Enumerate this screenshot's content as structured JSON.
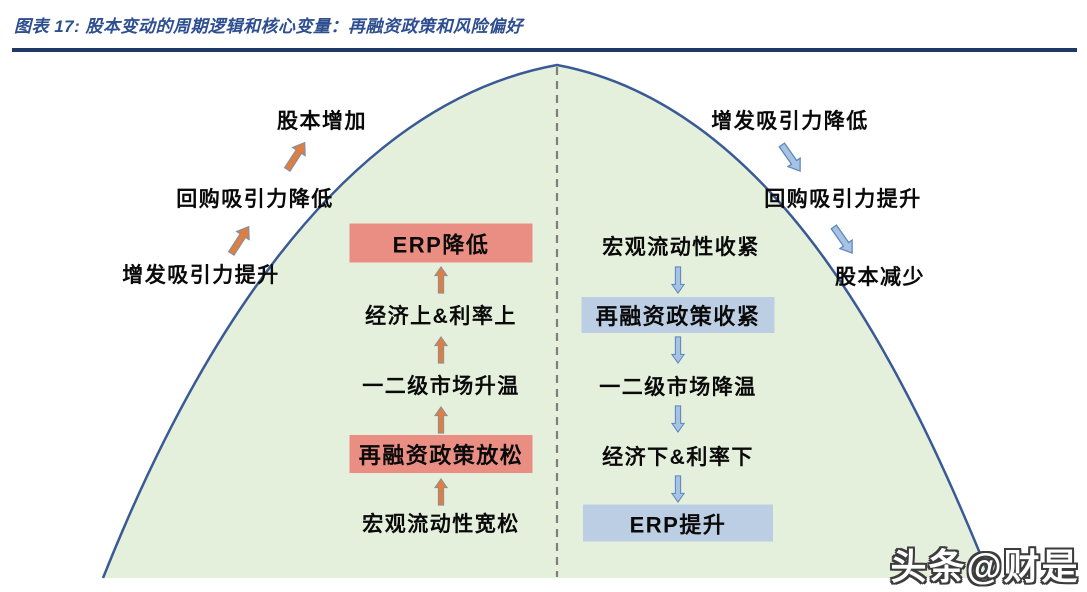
{
  "header": {
    "title": "图表 17:  股本变动的周期逻辑和核心变量：再融资政策和风险偏好"
  },
  "curve": {
    "description": "bell-curve-cycle",
    "fill_color": "#e5f0dc",
    "stroke_color": "#3a5a96",
    "midline_color": "#7f7f7f"
  },
  "colors": {
    "title_blue": "#2d4e8f",
    "divider_navy": "#1f3864",
    "highlight_red": "#ea8e84",
    "highlight_blue": "#bccee4",
    "arrow_orange": "#df7e3e",
    "arrow_light_blue": "#a6c3e3"
  },
  "icons": {
    "up_flow_arrow": "orange-block-arrow-up",
    "diag_up_arrow": "orange-block-arrow-up-right",
    "down_flow_arrow": "blue-block-arrow-down",
    "diag_down_arrow": "blue-block-arrow-down-right"
  },
  "left_outer": {
    "items": [
      {
        "label": "股本增加"
      },
      {
        "label": "回购吸引力降低"
      },
      {
        "label": "增发吸引力提升"
      }
    ]
  },
  "left_inner": {
    "items": [
      {
        "label": "ERP降低",
        "emphasis": true
      },
      {
        "label": "经济上&利率上",
        "emphasis": false
      },
      {
        "label": "一二级市场升温",
        "emphasis": false
      },
      {
        "label": "再融资政策放松",
        "emphasis": true
      },
      {
        "label": "宏观流动性宽松",
        "emphasis": false
      }
    ]
  },
  "right_inner": {
    "items": [
      {
        "label": "宏观流动性收紧",
        "emphasis": false
      },
      {
        "label": "再融资政策收紧",
        "emphasis": true
      },
      {
        "label": "一二级市场降温",
        "emphasis": false
      },
      {
        "label": "经济下&利率下",
        "emphasis": false
      },
      {
        "label": "ERP提升",
        "emphasis": true
      }
    ]
  },
  "right_outer": {
    "items": [
      {
        "label": "增发吸引力降低"
      },
      {
        "label": "回购吸引力提升"
      },
      {
        "label": "股本减少"
      }
    ]
  },
  "watermark": {
    "text": "头条@财是"
  }
}
